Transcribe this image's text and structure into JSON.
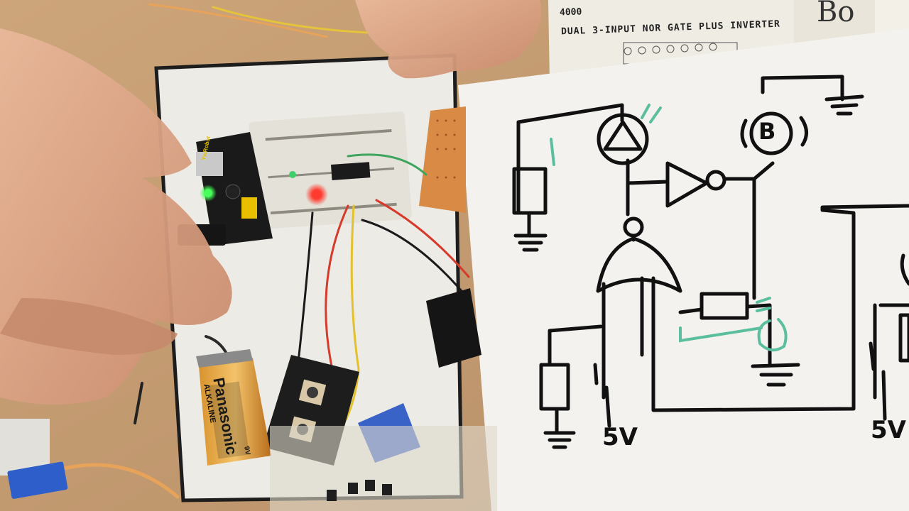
{
  "datasheet": {
    "number": "4000",
    "title": "DUAL 3-INPUT NOR GATE PLUS INVERTER"
  },
  "book": {
    "spine_text": "Bo"
  },
  "schematic": {
    "voltage_label_left": "5V",
    "voltage_label_right": "5V",
    "buzzer_letter": "B"
  },
  "battery": {
    "brand": "Panasonic",
    "type": "ALKALINE",
    "voltage": "9V"
  },
  "power_supply": {
    "brand": "YwRobot"
  },
  "colors": {
    "desk": "#c9a27a",
    "paper": "#f4f2ee",
    "ink": "#111111",
    "teal_marker": "#5bbf9f",
    "led_red": "#ff3b2f",
    "led_green": "#44ff55"
  }
}
